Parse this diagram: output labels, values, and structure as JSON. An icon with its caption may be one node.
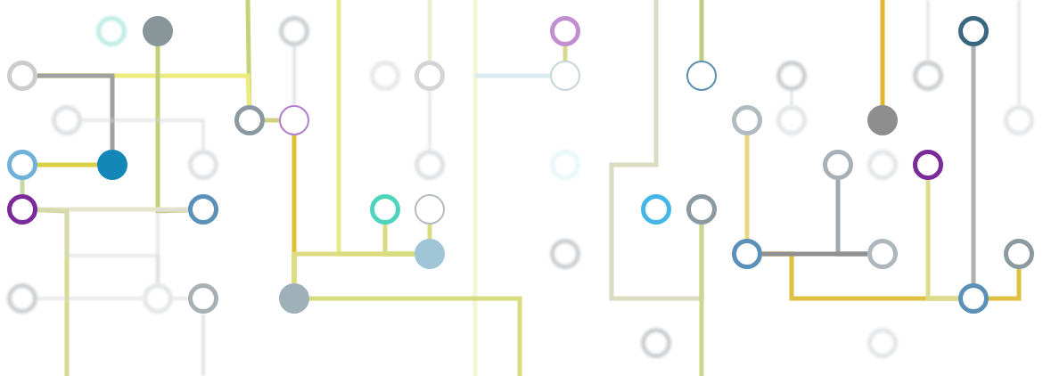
{
  "diagram": {
    "nodes": [
      {
        "text": [],
        "shape": "circle"
      },
      {
        "text": [],
        "shape": "circle"
      },
      {
        "text": [],
        "shape": "circle"
      },
      {
        "text": [],
        "shape": "circle"
      },
      {
        "text": [],
        "shape": "circle"
      },
      {
        "text": [],
        "shape": "circle"
      },
      {
        "text": [],
        "shape": "circle"
      },
      {
        "text": [],
        "shape": "circle"
      },
      {
        "text": [],
        "shape": "circle"
      },
      {
        "text": [],
        "shape": "circle"
      },
      {
        "text": [],
        "shape": "circle"
      },
      {
        "text": [],
        "shape": "circle"
      },
      {
        "text": [],
        "shape": "circle"
      },
      {
        "text": [],
        "shape": "circle"
      },
      {
        "text": [],
        "shape": "circle"
      },
      {
        "text": [],
        "shape": "circle"
      },
      {
        "text": [],
        "shape": "circle"
      },
      {
        "text": [],
        "shape": "circle"
      },
      {
        "text": [],
        "shape": "circle"
      },
      {
        "text": [],
        "shape": "circle"
      },
      {
        "text": [],
        "shape": "circle"
      },
      {
        "text": [],
        "shape": "circle"
      },
      {
        "text": [],
        "shape": "circle"
      },
      {
        "text": [],
        "shape": "circle"
      },
      {
        "text": [],
        "shape": "circle"
      },
      {
        "text": [],
        "shape": "circle"
      },
      {
        "text": [],
        "shape": "circle"
      },
      {
        "text": [],
        "shape": "circle"
      },
      {
        "text": [],
        "shape": "circle"
      },
      {
        "text": [],
        "shape": "circle"
      },
      {
        "text": [],
        "shape": "circle"
      },
      {
        "text": [],
        "shape": "circle"
      },
      {
        "text": [],
        "shape": "circle"
      },
      {
        "text": [],
        "shape": "circle"
      },
      {
        "text": [],
        "shape": "circle"
      },
      {
        "text": [],
        "shape": "circle"
      },
      {
        "text": [],
        "shape": "circle"
      },
      {
        "text": [],
        "shape": "circle"
      },
      {
        "text": [],
        "shape": "circle"
      },
      {
        "text": [],
        "shape": "circle"
      },
      {
        "text": [],
        "shape": "circle"
      },
      {
        "text": [],
        "shape": "circle"
      },
      {
        "text": [],
        "shape": "circle"
      },
      {
        "text": [],
        "shape": "circle"
      },
      {
        "text": [],
        "shape": "circle"
      }
    ],
    "edges": [
      {
        "from": null,
        "to": 13,
        "arrow": "none",
        "color": "#c8d27a"
      },
      {
        "from": 5,
        "to": 13,
        "arrow": "none",
        "color": "#ecec80"
      },
      {
        "from": 5,
        "to": 20,
        "arrow": "none",
        "color": "#a0a0a0"
      },
      {
        "from": 1,
        "to": 28,
        "arrow": "none",
        "color": "#c2d07a"
      },
      {
        "from": 19,
        "to": 20,
        "arrow": "none",
        "color": "#d8d040"
      },
      {
        "from": 19,
        "to": 27,
        "arrow": "none",
        "color": "#c8d8a8"
      },
      {
        "from": 27,
        "to": 28,
        "arrow": "none",
        "color": "#e5e5cc"
      },
      {
        "from": 27,
        "to": null,
        "arrow": "none",
        "color": "#d8dc90"
      },
      {
        "from": 12,
        "to": 21,
        "arrow": "none",
        "color": "#d4d6d8"
      },
      {
        "from": 38,
        "to": 39,
        "arrow": "none",
        "color": "#d4d6d8"
      },
      {
        "from": 39,
        "to": 40,
        "arrow": "none",
        "color": "#d4d6d8"
      },
      {
        "from": 40,
        "to": null,
        "arrow": "none",
        "color": "#c8cccc"
      },
      {
        "from": 2,
        "to": 14,
        "arrow": "none",
        "color": "#c8ccd0"
      },
      {
        "from": 13,
        "to": 14,
        "arrow": "none",
        "color": "#d0d080"
      },
      {
        "from": 14,
        "to": 41,
        "arrow": "none",
        "color": "#e0c030"
      },
      {
        "from": null,
        "to": 33,
        "arrow": "none",
        "color": "#e8e888"
      },
      {
        "from": 41,
        "to": 33,
        "arrow": "none",
        "color": "#dcdc80"
      },
      {
        "from": 29,
        "to": 33,
        "arrow": "none",
        "color": "#d8dc80"
      },
      {
        "from": 30,
        "to": 33,
        "arrow": "none",
        "color": "#d8dc80"
      },
      {
        "from": 41,
        "to": null,
        "arrow": "none",
        "color": "#d8dc80"
      },
      {
        "from": null,
        "to": 7,
        "arrow": "none",
        "color": "#eeeed0"
      },
      {
        "from": 7,
        "to": 22,
        "arrow": "none",
        "color": "#d0d4d8"
      },
      {
        "from": null,
        "to": 8,
        "arrow": "none",
        "color": "#d8ecf0"
      },
      {
        "from": 3,
        "to": 8,
        "arrow": "none",
        "color": "#d8d890"
      },
      {
        "from": null,
        "to": 9,
        "arrow": "none",
        "color": "#c0cc80"
      },
      {
        "from": null,
        "to": 32,
        "arrow": "none",
        "color": "#dcdcc0"
      },
      {
        "from": 32,
        "to": null,
        "arrow": "none",
        "color": "#c8d890"
      },
      {
        "from": null,
        "to": 17,
        "arrow": "none",
        "color": "#e0b830"
      },
      {
        "from": 10,
        "to": 16,
        "arrow": "none",
        "color": "#d0d4d8"
      },
      {
        "from": null,
        "to": 11,
        "arrow": "none",
        "color": "#d0d4d8"
      },
      {
        "from": null,
        "to": 18,
        "arrow": "none",
        "color": "#d0d4d8"
      },
      {
        "from": 35,
        "to": 36,
        "arrow": "none",
        "color": "#909090"
      },
      {
        "from": 24,
        "to": 36,
        "arrow": "none",
        "color": "#a0a8ac"
      },
      {
        "from": 15,
        "to": 35,
        "arrow": "none",
        "color": "#e8d880"
      },
      {
        "from": 35,
        "to": 42,
        "arrow": "none",
        "color": "#e0c040"
      },
      {
        "from": 26,
        "to": 42,
        "arrow": "none",
        "color": "#dcdc90"
      },
      {
        "from": 4,
        "to": 42,
        "arrow": "none",
        "color": "#b0b0b0"
      },
      {
        "from": 42,
        "to": 37,
        "arrow": "none",
        "color": "#e0c040"
      },
      {
        "from": 27,
        "to": 39,
        "arrow": "none",
        "color": "#d4d6d8"
      },
      {
        "from": 28,
        "to": 39,
        "arrow": "none",
        "color": "#d4d6d8"
      }
    ]
  }
}
